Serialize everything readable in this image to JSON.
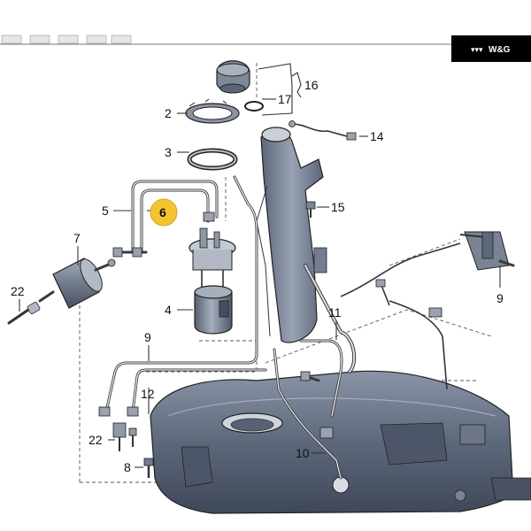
{
  "brand_badge": {
    "text": "W&G"
  },
  "callouts": {
    "c2": "2",
    "c3": "3",
    "c4": "4",
    "c5": "5",
    "c6": "6",
    "c7": "7",
    "c8": "8",
    "c9a": "9",
    "c9b": "9",
    "c10": "10",
    "c11": "11",
    "c12": "12",
    "c14": "14",
    "c15": "15",
    "c16": "16",
    "c17": "17",
    "c22a": "22",
    "c22b": "22"
  },
  "colors": {
    "highlight": "#f4c430",
    "tank": "#5a6577",
    "neck": "#7b8699",
    "badge_bg": "#000000"
  }
}
